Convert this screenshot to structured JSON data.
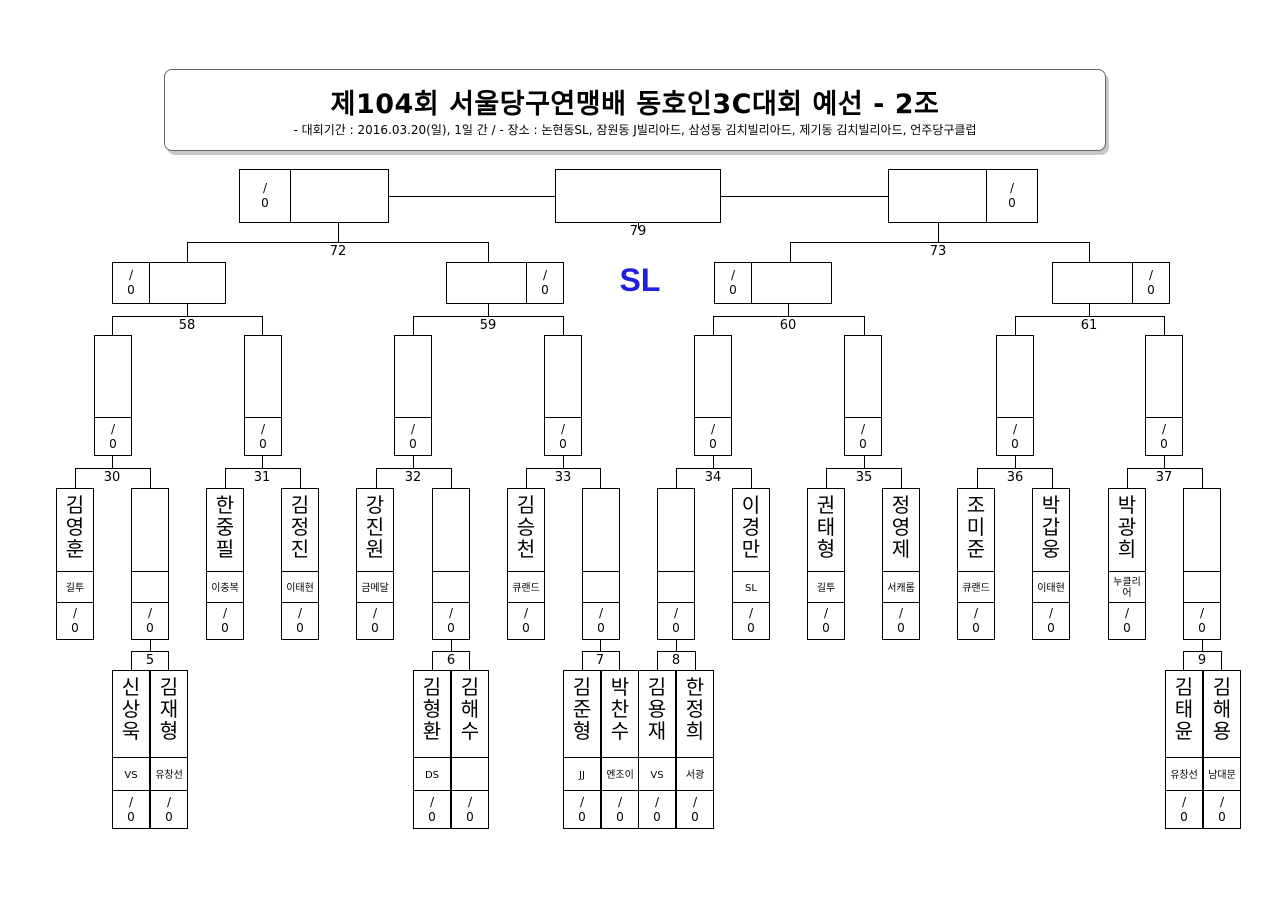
{
  "header": {
    "title": "제104회 서울당구연맹배 동호인3C대회 예선 - 2조",
    "subtitle": "- 대회기간 : 2016.03.20(일), 1일 간 / - 장소 : 논현동SL, 잠원동 J빌리아드, 삼성동 김치빌리아드, 제기동 김치빌리아드, 언주당구클럽"
  },
  "venue_label": "SL",
  "score_blank": {
    "top": "/",
    "bottom": "0"
  },
  "matches": {
    "m79": "79",
    "m72": "72",
    "m73": "73",
    "m58": "58",
    "m59": "59",
    "m60": "60",
    "m61": "61",
    "m30": "30",
    "m31": "31",
    "m32": "32",
    "m33": "33",
    "m34": "34",
    "m35": "35",
    "m36": "36",
    "m37": "37",
    "m5": "5",
    "m6": "6",
    "m7": "7",
    "m8": "8",
    "m9": "9"
  },
  "players": [
    {
      "name": "김영훈",
      "club": "길투"
    },
    {
      "name": "",
      "club": ""
    },
    {
      "name": "한중필",
      "club": "이충복"
    },
    {
      "name": "김정진",
      "club": "이태현"
    },
    {
      "name": "강진원",
      "club": "금메달"
    },
    {
      "name": "",
      "club": ""
    },
    {
      "name": "김승천",
      "club": "큐랜드"
    },
    {
      "name": "",
      "club": ""
    },
    {
      "name": "",
      "club": ""
    },
    {
      "name": "이경만",
      "club": "SL"
    },
    {
      "name": "권태형",
      "club": "길투"
    },
    {
      "name": "정영제",
      "club": "서캐롬"
    },
    {
      "name": "조미준",
      "club": "큐랜드"
    },
    {
      "name": "박갑웅",
      "club": "이태현"
    },
    {
      "name": "박광희",
      "club": "누클리어"
    },
    {
      "name": "",
      "club": ""
    },
    {
      "name": "신상욱",
      "club": "VS"
    },
    {
      "name": "김재형",
      "club": "유창선"
    },
    {
      "name": "김형환",
      "club": "DS"
    },
    {
      "name": "김해수",
      "club": ""
    },
    {
      "name": "김준형",
      "club": "JJ"
    },
    {
      "name": "박찬수",
      "club": "엔조이"
    },
    {
      "name": "김용재",
      "club": "VS"
    },
    {
      "name": "한정희",
      "club": "서광"
    },
    {
      "name": "김태윤",
      "club": "유창선"
    },
    {
      "name": "김해용",
      "club": "남대문"
    }
  ]
}
